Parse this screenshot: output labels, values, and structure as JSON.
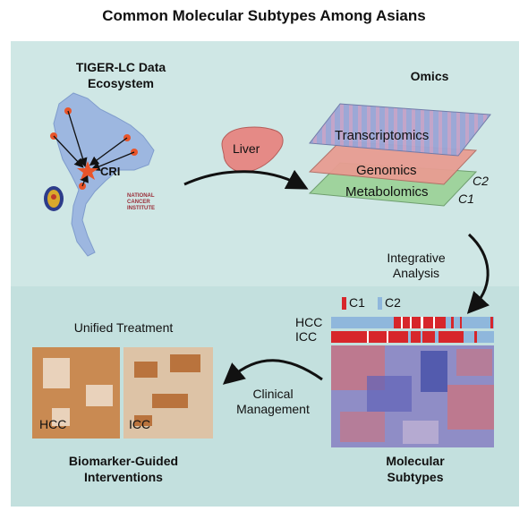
{
  "title": "Common Molecular Subtypes Among Asians",
  "colors": {
    "top_panel": "#cfe7e5",
    "bottom_panel": "#c3e0de",
    "c1": "#d7262b",
    "c2": "#8fb7dc",
    "map": "#9db7e0",
    "star": "#e8542a"
  },
  "ecosystem": {
    "title_line1": "TIGER-LC Data",
    "title_line2": "Ecosystem",
    "center_label": "CRI",
    "institute_line1": "NATIONAL",
    "institute_line2": "CANCER",
    "institute_line3": "INSTITUTE"
  },
  "organ": {
    "label": "Liver"
  },
  "omics": {
    "title": "Omics",
    "layers": [
      "Transcriptomics",
      "Genomics",
      "Metabolomics"
    ],
    "cluster_labels": [
      "C2",
      "C1"
    ]
  },
  "integration": {
    "line1": "Integrative",
    "line2": "Analysis"
  },
  "subtypes": {
    "legend": [
      "C1",
      "C2"
    ],
    "rows": [
      "HCC",
      "ICC"
    ],
    "title_line1": "Molecular",
    "title_line2": "Subtypes"
  },
  "management": {
    "line1": "Clinical",
    "line2": "Management"
  },
  "treatment": {
    "title": "Unified Treatment",
    "images": [
      "HCC",
      "ICC"
    ],
    "caption_line1": "Biomarker-Guided",
    "caption_line2": "Interventions"
  }
}
